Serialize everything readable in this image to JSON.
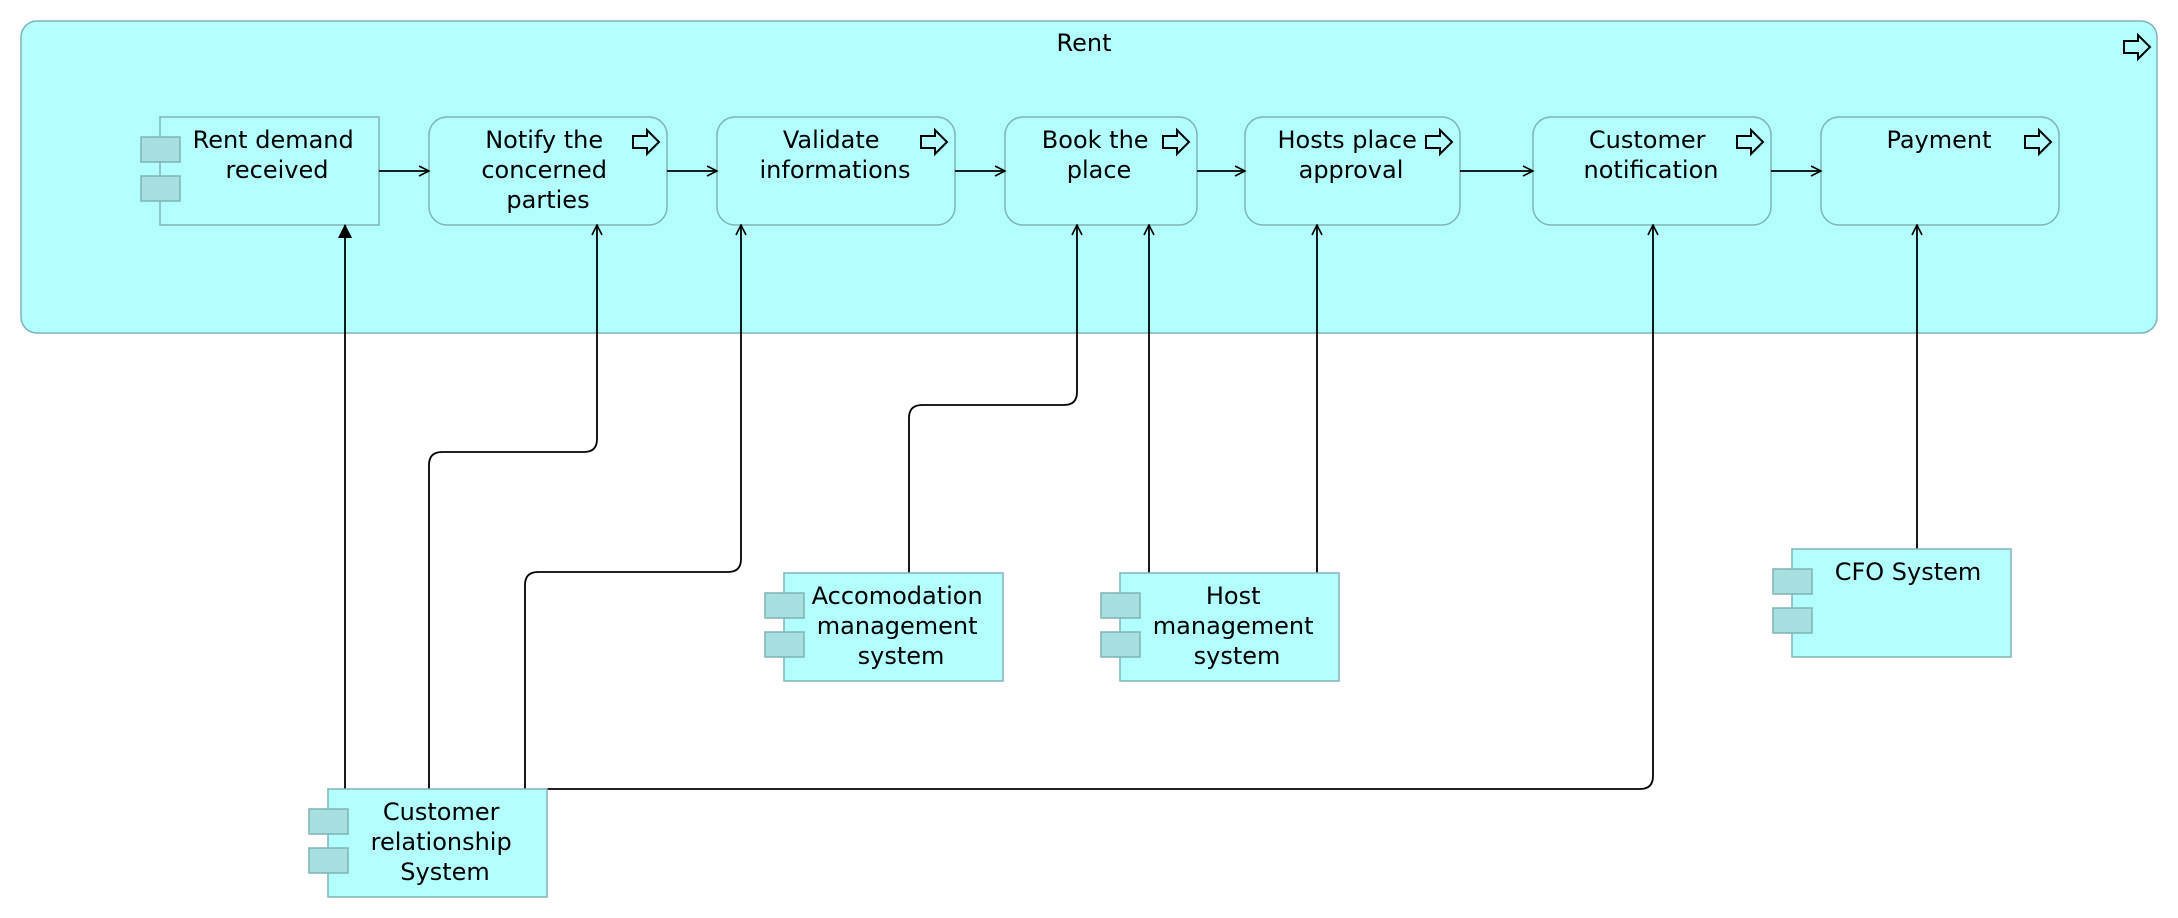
{
  "colors": {
    "fill": "#b3ffff",
    "stroke": "#7fb3b3",
    "component_tab": "#a6e0e0",
    "line": "#000000"
  },
  "container": {
    "title": "Rent",
    "icon": "process-arrow-icon"
  },
  "processes": [
    {
      "id": "rent-demand",
      "lines": [
        "Rent demand",
        "received"
      ],
      "kind": "component"
    },
    {
      "id": "notify",
      "lines": [
        "Notify  the",
        "concerned",
        "parties"
      ],
      "kind": "process"
    },
    {
      "id": "validate",
      "lines": [
        "Validate",
        "informations"
      ],
      "kind": "process"
    },
    {
      "id": "book",
      "lines": [
        "Book the",
        "place"
      ],
      "kind": "process"
    },
    {
      "id": "hosts-approval",
      "lines": [
        "Hosts place",
        "approval"
      ],
      "kind": "process"
    },
    {
      "id": "customer-notification",
      "lines": [
        "Customer",
        "notification"
      ],
      "kind": "process"
    },
    {
      "id": "payment",
      "lines": [
        "Payment"
      ],
      "kind": "process"
    }
  ],
  "systems": [
    {
      "id": "crm",
      "lines": [
        "Customer",
        "relationship",
        "System"
      ]
    },
    {
      "id": "accommodation",
      "lines": [
        "Accomodation",
        "management",
        "system"
      ]
    },
    {
      "id": "host",
      "lines": [
        "Host",
        "management",
        "system"
      ]
    },
    {
      "id": "cfo",
      "lines": [
        "CFO System"
      ]
    }
  ]
}
